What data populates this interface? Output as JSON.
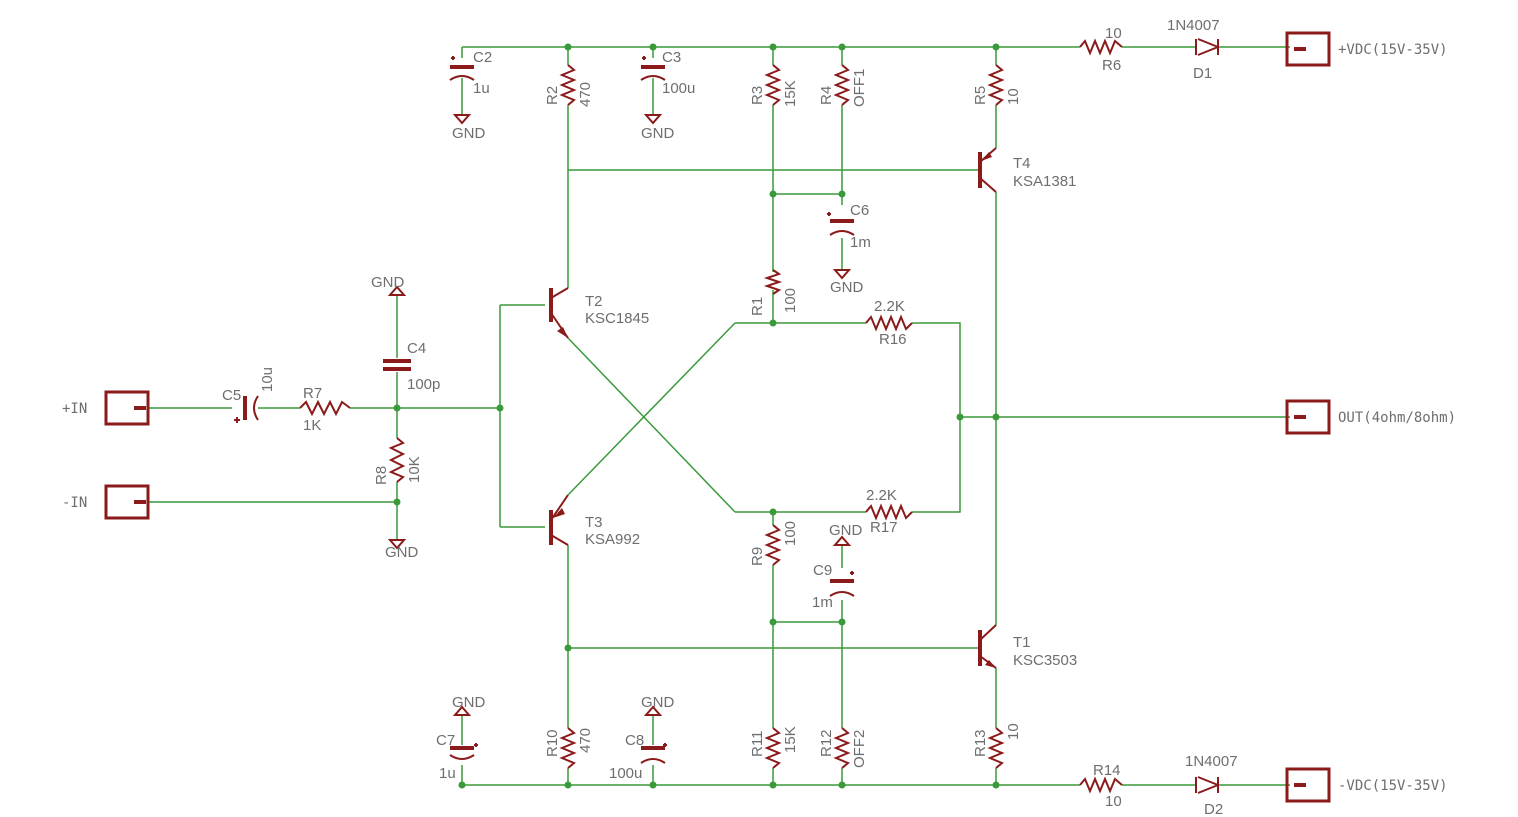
{
  "colors": {
    "wire": "#3a9a3a",
    "component": "#8b1a1a",
    "text": "#6e6e6e",
    "background": "#ffffff"
  },
  "connectors": {
    "vcc_pos": "+VDC(15V-35V)",
    "vcc_neg": "-VDC(15V-35V)",
    "out": "OUT(4ohm/8ohm)",
    "in_pos": "+IN",
    "in_neg": "-IN"
  },
  "components": {
    "C2": {
      "name": "C2",
      "value": "1u"
    },
    "C3": {
      "name": "C3",
      "value": "100u"
    },
    "C4": {
      "name": "C4",
      "value": "100p"
    },
    "C5": {
      "name": "C5",
      "value": "10u"
    },
    "C6": {
      "name": "C6",
      "value": "1m"
    },
    "C7": {
      "name": "C7",
      "value": "1u"
    },
    "C8": {
      "name": "C8",
      "value": "100u"
    },
    "C9": {
      "name": "C9",
      "value": "1m"
    },
    "R1": {
      "name": "R1",
      "value": "100"
    },
    "R2": {
      "name": "R2",
      "value": "470"
    },
    "R3": {
      "name": "R3",
      "value": "15K"
    },
    "R4": {
      "name": "R4",
      "value": "OFF1"
    },
    "R5": {
      "name": "R5",
      "value": "10"
    },
    "R6": {
      "name": "R6",
      "value": "10"
    },
    "R7": {
      "name": "R7",
      "value": "1K"
    },
    "R8": {
      "name": "R8",
      "value": "10K"
    },
    "R9": {
      "name": "R9",
      "value": "100"
    },
    "R10": {
      "name": "R10",
      "value": "470"
    },
    "R11": {
      "name": "R11",
      "value": "15K"
    },
    "R12": {
      "name": "R12",
      "value": "OFF2"
    },
    "R13": {
      "name": "R13",
      "value": "10"
    },
    "R14": {
      "name": "R14",
      "value": "10"
    },
    "R16": {
      "name": "R16",
      "value": "2.2K"
    },
    "R17": {
      "name": "R17",
      "value": "2.2K"
    },
    "D1": {
      "name": "D1",
      "value": "1N4007"
    },
    "D2": {
      "name": "D2",
      "value": "1N4007"
    },
    "T1": {
      "name": "T1",
      "value": "KSC3503"
    },
    "T2": {
      "name": "T2",
      "value": "KSC1845"
    },
    "T3": {
      "name": "T3",
      "value": "KSA992"
    },
    "T4": {
      "name": "T4",
      "value": "KSA1381"
    }
  },
  "gnd": "GND"
}
